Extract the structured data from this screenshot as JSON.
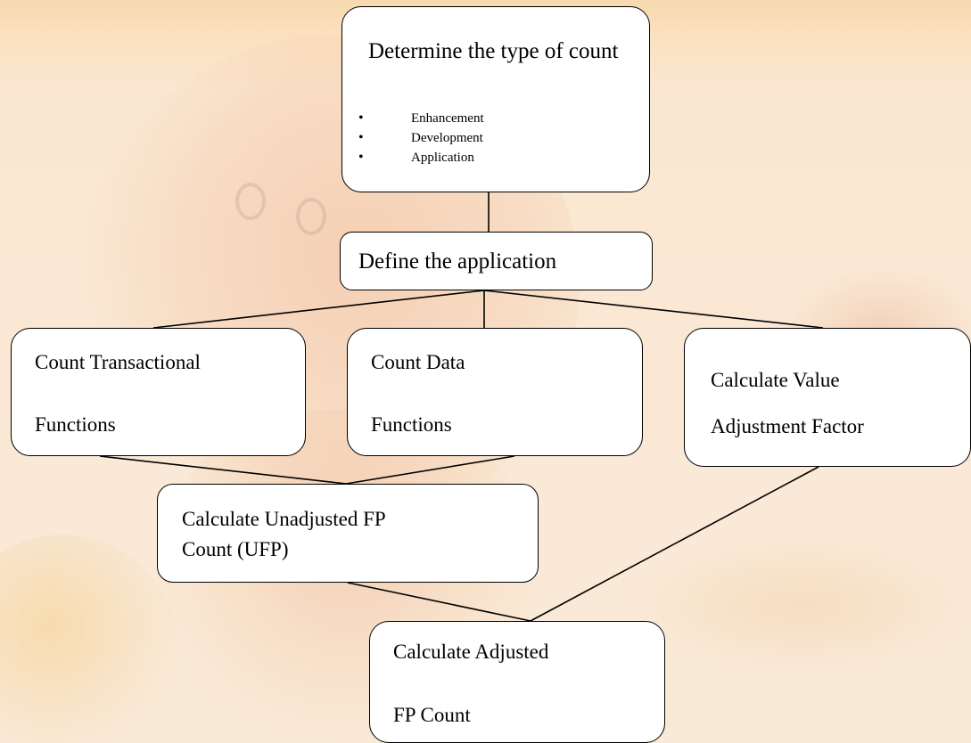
{
  "diagram": {
    "determine_type": {
      "heading": "Determine the type of count",
      "bullets": [
        "Enhancement",
        "Development",
        "Application"
      ]
    },
    "define_application": "Define the application",
    "count_transactional": {
      "line1": "Count Transactional",
      "line2": "Functions"
    },
    "count_data": {
      "line1": "Count Data",
      "line2": "Functions"
    },
    "calculate_vaf": {
      "line1": "Calculate Value",
      "line2": "Adjustment Factor"
    },
    "calculate_ufp": {
      "line1": "Calculate Unadjusted FP",
      "line2": "Count (UFP)"
    },
    "calculate_adjusted": {
      "line1": "Calculate Adjusted",
      "line2": "FP Count"
    }
  },
  "colors": {
    "background": "#f9e6d0",
    "box_fill": "#ffffff",
    "line": "#000000"
  }
}
